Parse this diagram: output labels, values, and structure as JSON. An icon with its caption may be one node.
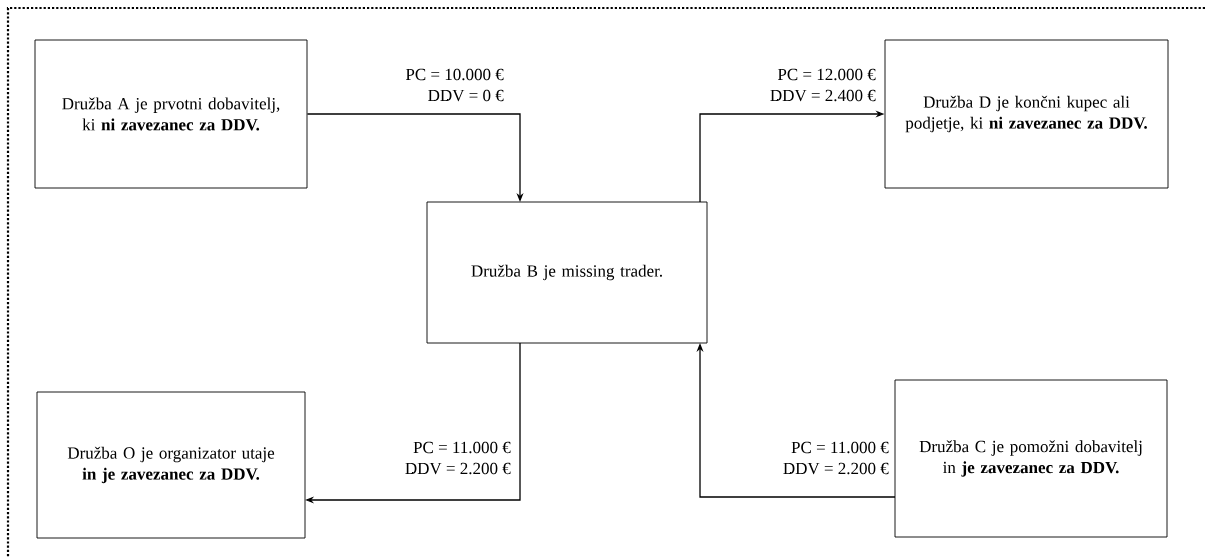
{
  "diagram": {
    "nodes": [
      {
        "text": [
          "Družba A je prvotni dobavitelj, ki **ni zavezanec za DDV.**"
        ]
      },
      {
        "text": [
          "Družba B je missing trader."
        ]
      },
      {
        "text": [
          "Družba D je končni kupec ali podjetje, ki **ni zavezanec za DDV.**"
        ]
      },
      {
        "text": [
          "Družba O je organizator utaje **in je zavezanec za DDV.**"
        ]
      },
      {
        "text": [
          "Družba C je pomožni dobavitelj in **je zavezanec za DDV.**"
        ]
      }
    ],
    "edges": [
      {
        "from": 0,
        "to": 1,
        "arrow": "to",
        "label": "PC = 10.000 € DDV = 0 €"
      },
      {
        "from": 1,
        "to": 2,
        "arrow": "to",
        "label": "PC = 12.000 € DDV = 2.400 €"
      },
      {
        "from": 1,
        "to": 3,
        "arrow": "to",
        "label": "PC = 11.000 € DDV = 2.200 €"
      },
      {
        "from": 4,
        "to": 1,
        "arrow": "to",
        "label": "PC = 11.000 € DDV = 2.200 €"
      }
    ]
  }
}
